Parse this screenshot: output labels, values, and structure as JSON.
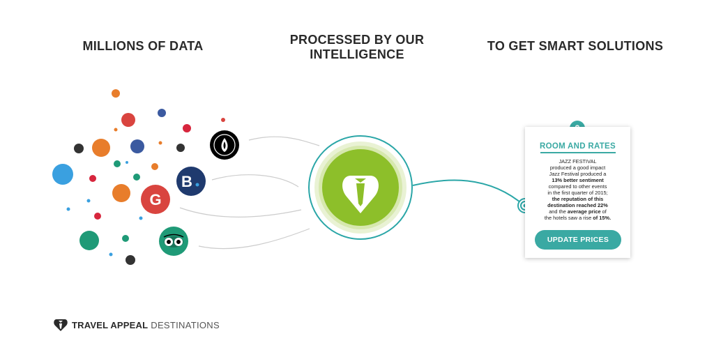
{
  "headings": {
    "col1": "MILLIONS OF DATA",
    "col2": "PROCESSED BY OUR INTELLIGENCE",
    "col3": "TO GET SMART SOLUTIONS"
  },
  "sources": [
    {
      "name": "tripadvisor-like",
      "glyph": "",
      "color": "#000000"
    },
    {
      "name": "booking",
      "glyph": "B.",
      "color": "#1f3a6e"
    },
    {
      "name": "google",
      "glyph": "G",
      "color": "#d9443f"
    },
    {
      "name": "tripadvisor",
      "glyph": "",
      "color": "#1f9a77"
    }
  ],
  "center": {
    "color": "#8dbf2a",
    "ring_color": "#2aa6a7"
  },
  "card": {
    "icon": "$",
    "title": "ROOM AND RATES",
    "line1": "JAZZ FESTIVAL",
    "line2": "produced a good impact",
    "line3": "Jazz Festival produced a",
    "bold1": "13% better sentiment",
    "line4": "compared to other events",
    "line5": "in the first quarter of 2015;",
    "bold2": "the reputation of this",
    "bold3": "destination reached 22%",
    "line6a": "and the ",
    "bold4": "average price",
    "line6b": " of",
    "line7a": "the hotels saw a rise ",
    "bold5": "of 15%.",
    "button": "UPDATE PRICES",
    "accent": "#3aa9a3"
  },
  "footer": {
    "brand": "TRAVEL APPEAL",
    "sub": "DESTINATIONS"
  }
}
